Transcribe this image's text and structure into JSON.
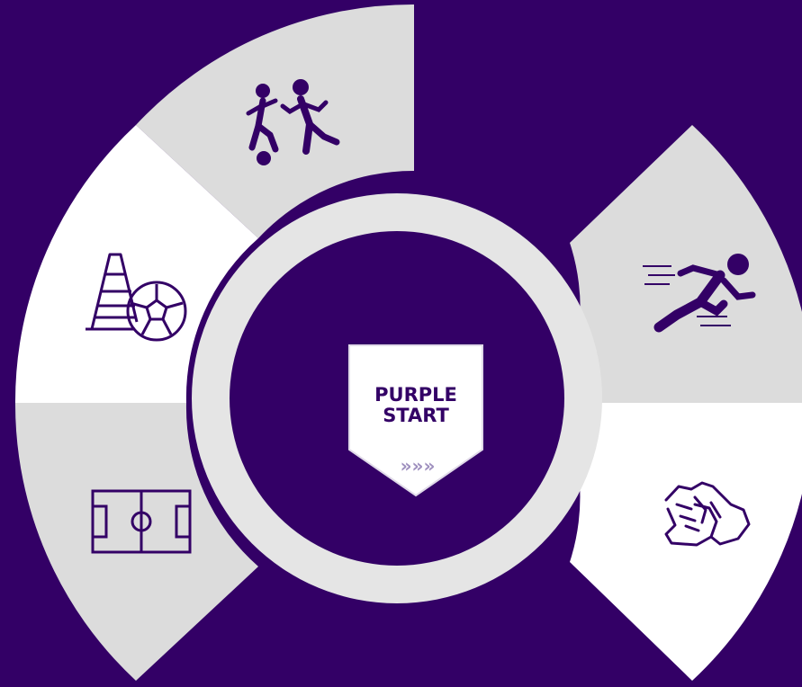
{
  "colors": {
    "background": "#330066",
    "segment_light": "#dcdcdc",
    "segment_white": "#ffffff",
    "ring": "#e5e5e5",
    "icon": "#330066",
    "shield_text": "#330066",
    "shield_arrows": "#9e8fbe"
  },
  "logo": {
    "line1": "PURPLE",
    "line2": "START",
    "arrows": "»»»"
  },
  "segments": [
    {
      "icon": "cone-and-ball-icon",
      "fill": "white"
    },
    {
      "icon": "football-pitch-icon",
      "fill": "light"
    },
    {
      "icon": "players-with-ball-icon",
      "fill": "light"
    },
    {
      "icon": "sprinter-icon",
      "fill": "light"
    },
    {
      "icon": "clasped-hands-icon",
      "fill": "white"
    }
  ]
}
